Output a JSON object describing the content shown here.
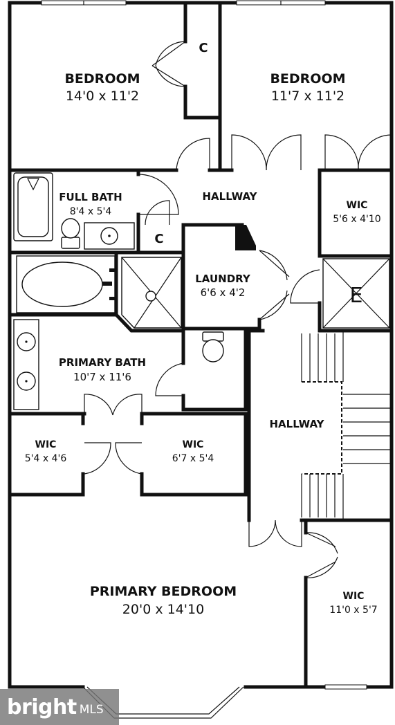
{
  "rooms": {
    "bedroom_left": {
      "name": "BEDROOM",
      "dims": "14'0 x 11'2"
    },
    "bedroom_right": {
      "name": "BEDROOM",
      "dims": "11'7 x 11'2"
    },
    "closet_top": {
      "name": "C"
    },
    "full_bath": {
      "name": "FULL BATH",
      "dims": "8'4 x 5'4"
    },
    "closet_hall": {
      "name": "C"
    },
    "hallway_top": {
      "name": "HALLWAY"
    },
    "wic_right_top": {
      "name": "WIC",
      "dims": "5'6 x 4'10"
    },
    "laundry": {
      "name": "LAUNDRY",
      "dims": "6'6 x 4'2"
    },
    "elevator": {
      "name": "E"
    },
    "primary_bath": {
      "name": "PRIMARY BATH",
      "dims": "10'7 x 11'6"
    },
    "hallway_mid": {
      "name": "HALLWAY"
    },
    "wic_left": {
      "name": "WIC",
      "dims": "5'4 x 4'6"
    },
    "wic_center": {
      "name": "WIC",
      "dims": "6'7 x 5'4"
    },
    "primary_bedroom": {
      "name": "PRIMARY BEDROOM",
      "dims": "20'0 x 14'10"
    },
    "wic_right_bottom": {
      "name": "WIC",
      "dims": "11'0 x 5'7"
    }
  },
  "watermark": {
    "brand": "bright",
    "suffix": "MLS"
  }
}
